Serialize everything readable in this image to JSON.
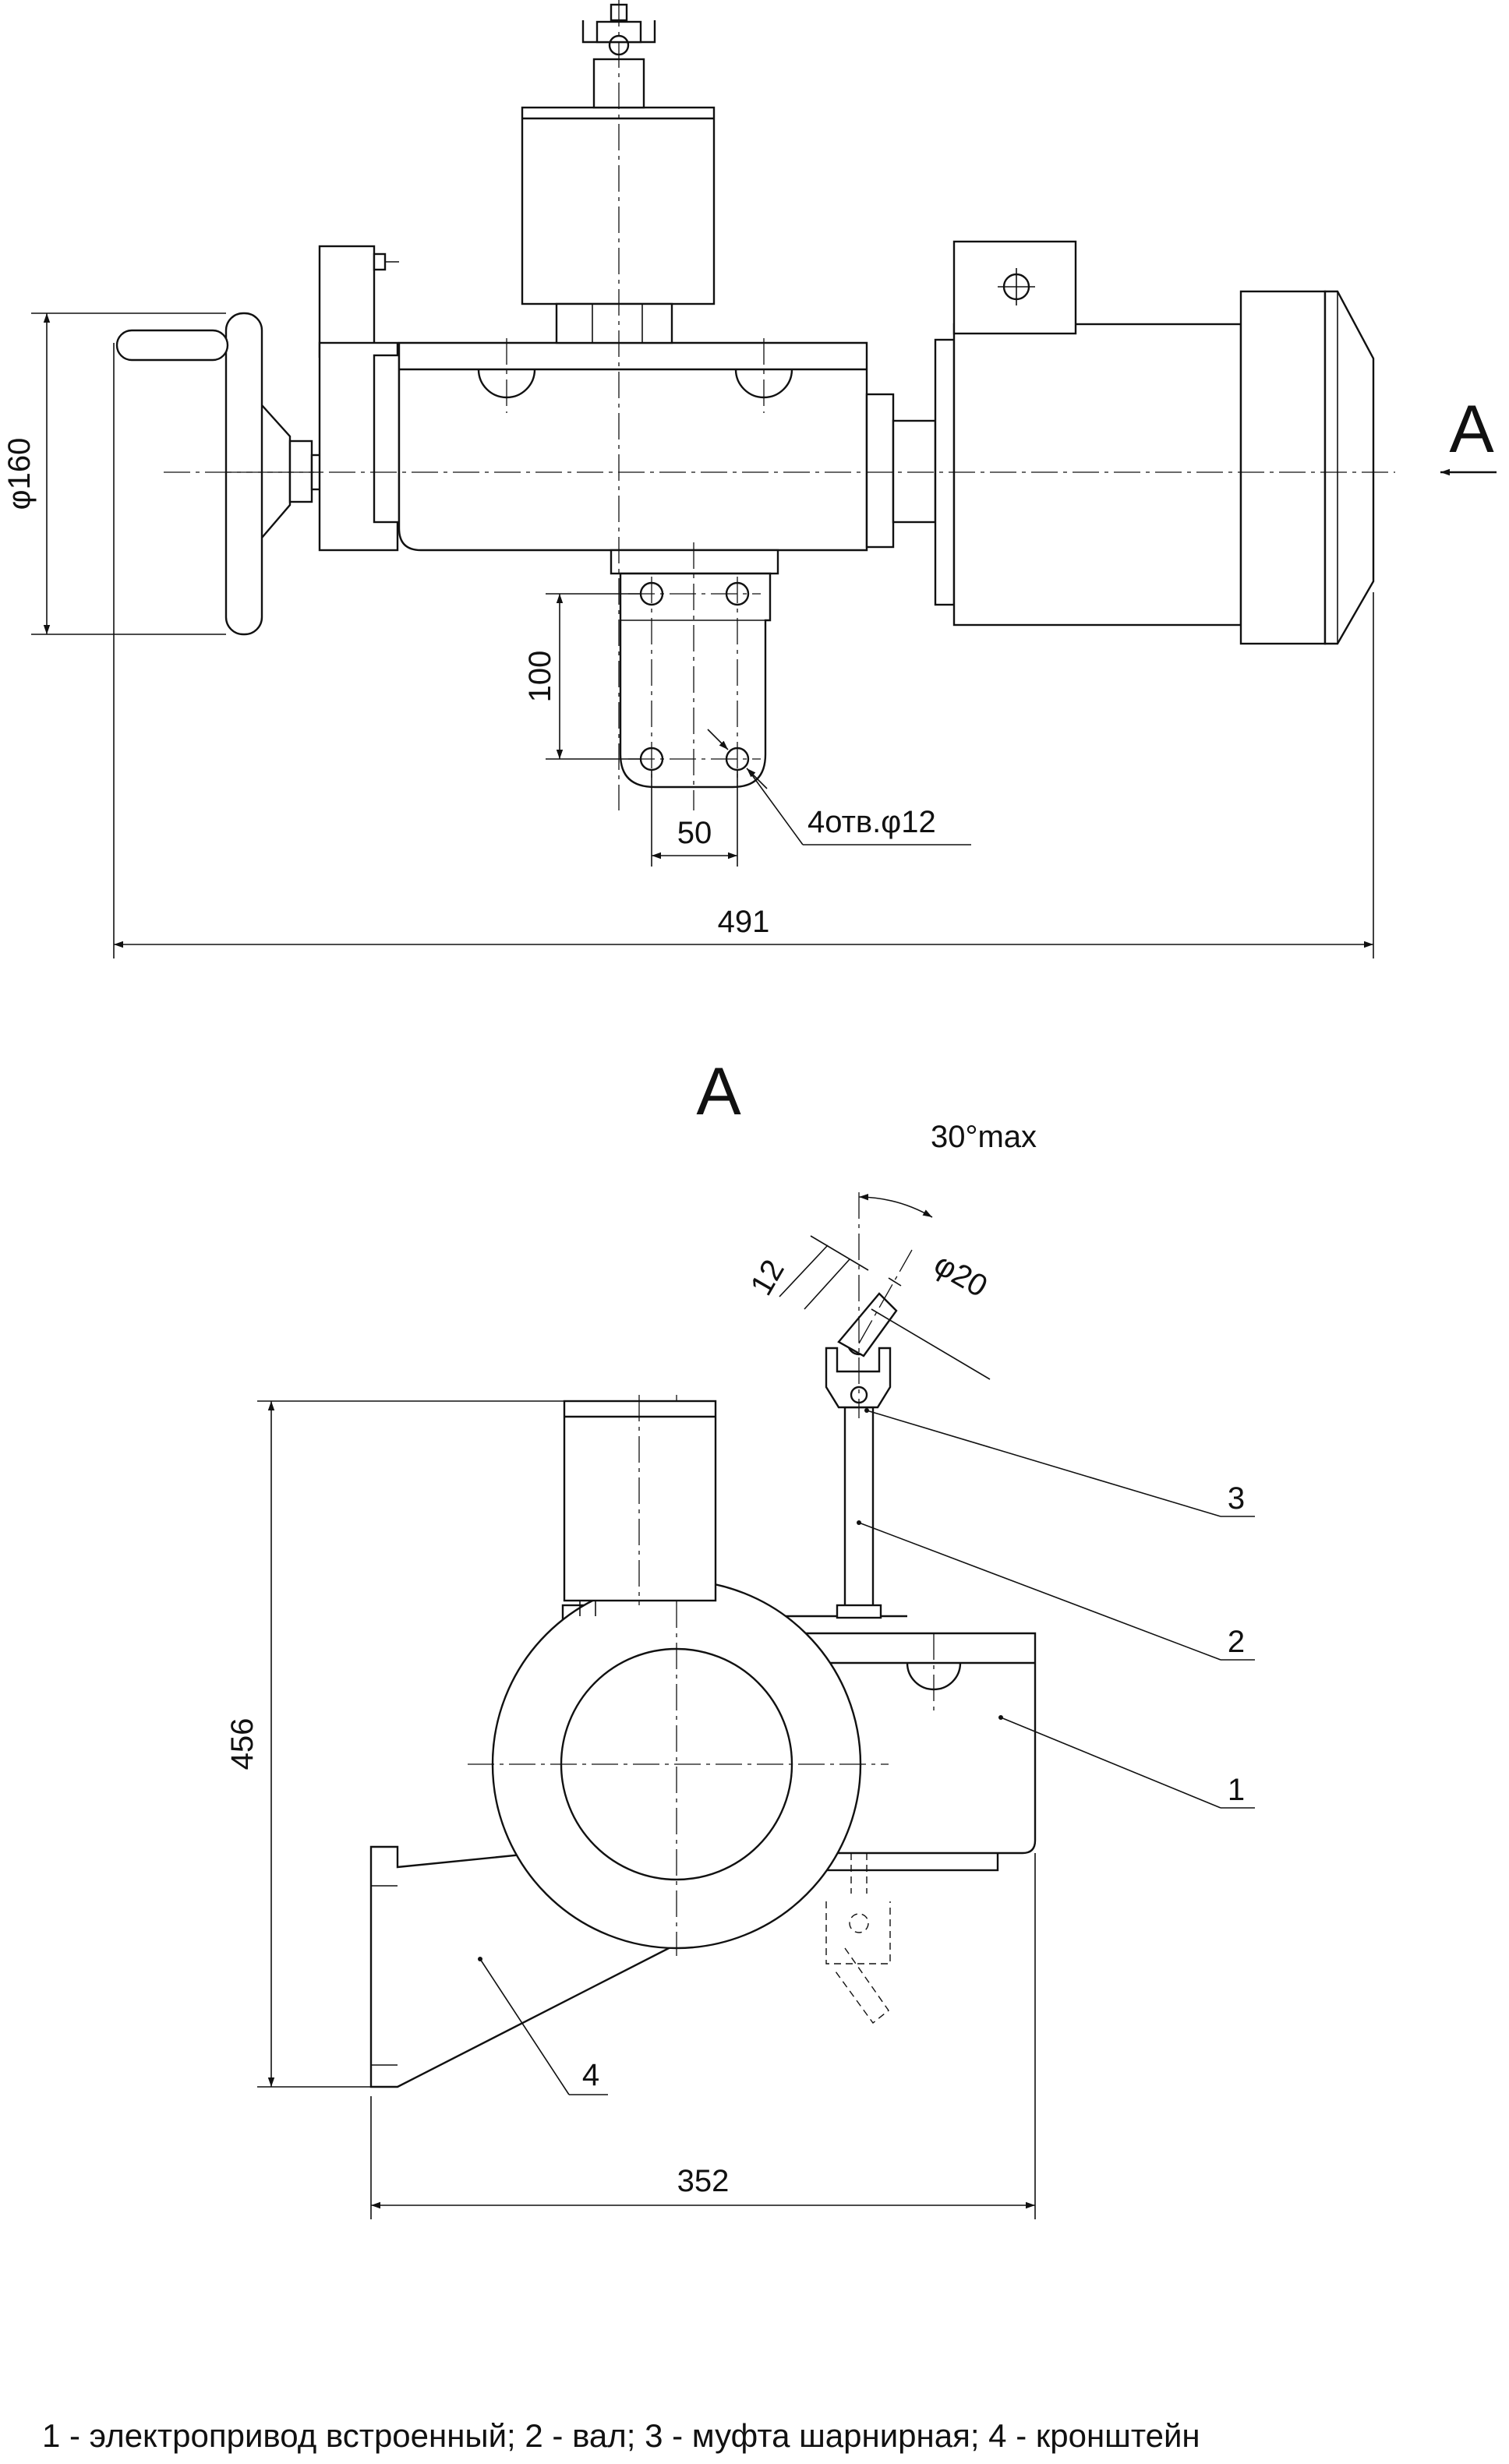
{
  "top_view": {
    "dim_wheel_diameter": "φ160",
    "dim_hole_spacing_vertical": "100",
    "dim_hole_spacing_horizontal": "50",
    "holes_callout": "4отв.φ12",
    "dim_overall_length": "491",
    "view_arrow_label": "A"
  },
  "view_a": {
    "title": "A",
    "angle_label": "30°max",
    "dim_shaft_length": "12",
    "dim_shaft_diameter": "φ20",
    "callout_3": "3",
    "callout_2": "2",
    "callout_1": "1",
    "callout_4": "4",
    "dim_height": "456",
    "dim_width": "352"
  },
  "legend": "1 - электропривод встроенный; 2 - вал; 3 - муфта шарнирная; 4 - кронштейн"
}
